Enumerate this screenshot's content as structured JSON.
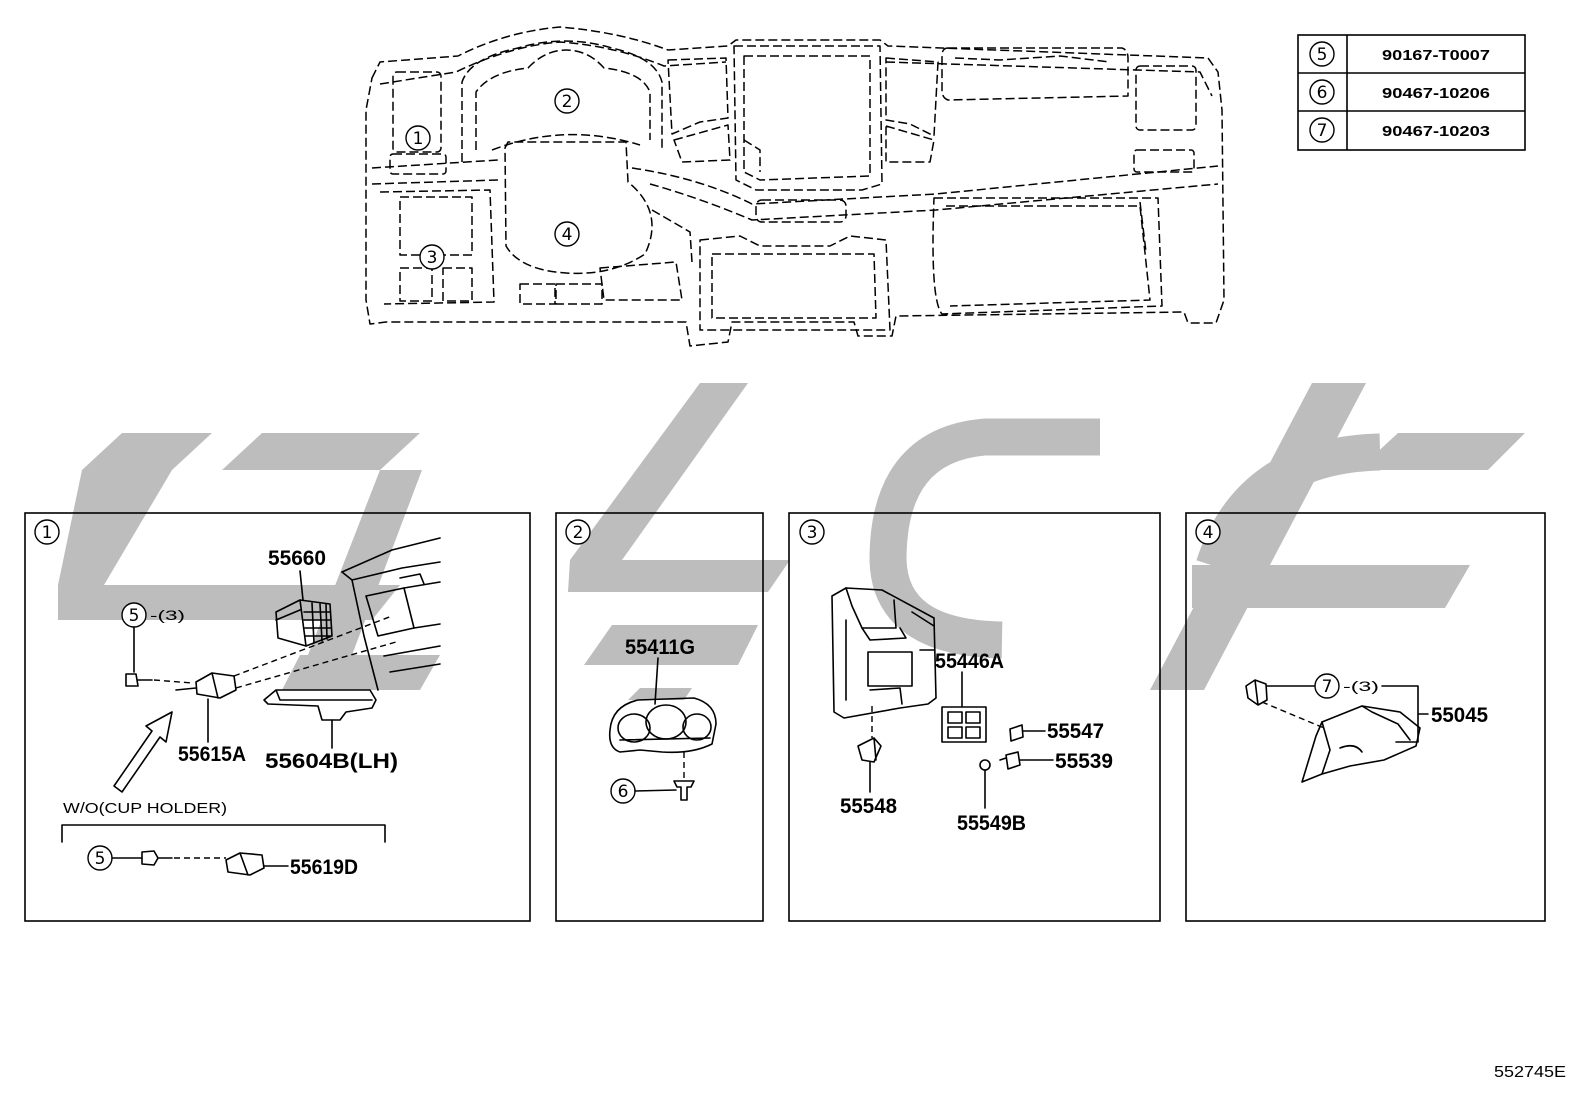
{
  "colors": {
    "line": "#000000",
    "watermark": "#bdbdbd",
    "background": "#ffffff"
  },
  "overview": {
    "callouts": [
      "1",
      "2",
      "3",
      "4"
    ]
  },
  "fastener_table": {
    "rows": [
      {
        "ref": "5",
        "part_no": "90167-T0007"
      },
      {
        "ref": "6",
        "part_no": "90467-10206"
      },
      {
        "ref": "7",
        "part_no": "90467-10203"
      }
    ]
  },
  "panels": [
    {
      "ref": "1",
      "fastener": {
        "ref": "5",
        "qty": "-(3)"
      },
      "parts": [
        "55660",
        "55615A",
        "55604B(LH)"
      ],
      "variant": {
        "note": "W/O(CUP HOLDER)",
        "fastener_ref": "5",
        "part": "55619D"
      }
    },
    {
      "ref": "2",
      "fastener": {
        "ref": "6"
      },
      "parts": [
        "55411G"
      ]
    },
    {
      "ref": "3",
      "parts": [
        "55446A",
        "55547",
        "55539",
        "55548",
        "55549B"
      ]
    },
    {
      "ref": "4",
      "fastener": {
        "ref": "7",
        "qty": "-(3)"
      },
      "parts": [
        "55045"
      ]
    }
  ],
  "figure_id": "552745E"
}
